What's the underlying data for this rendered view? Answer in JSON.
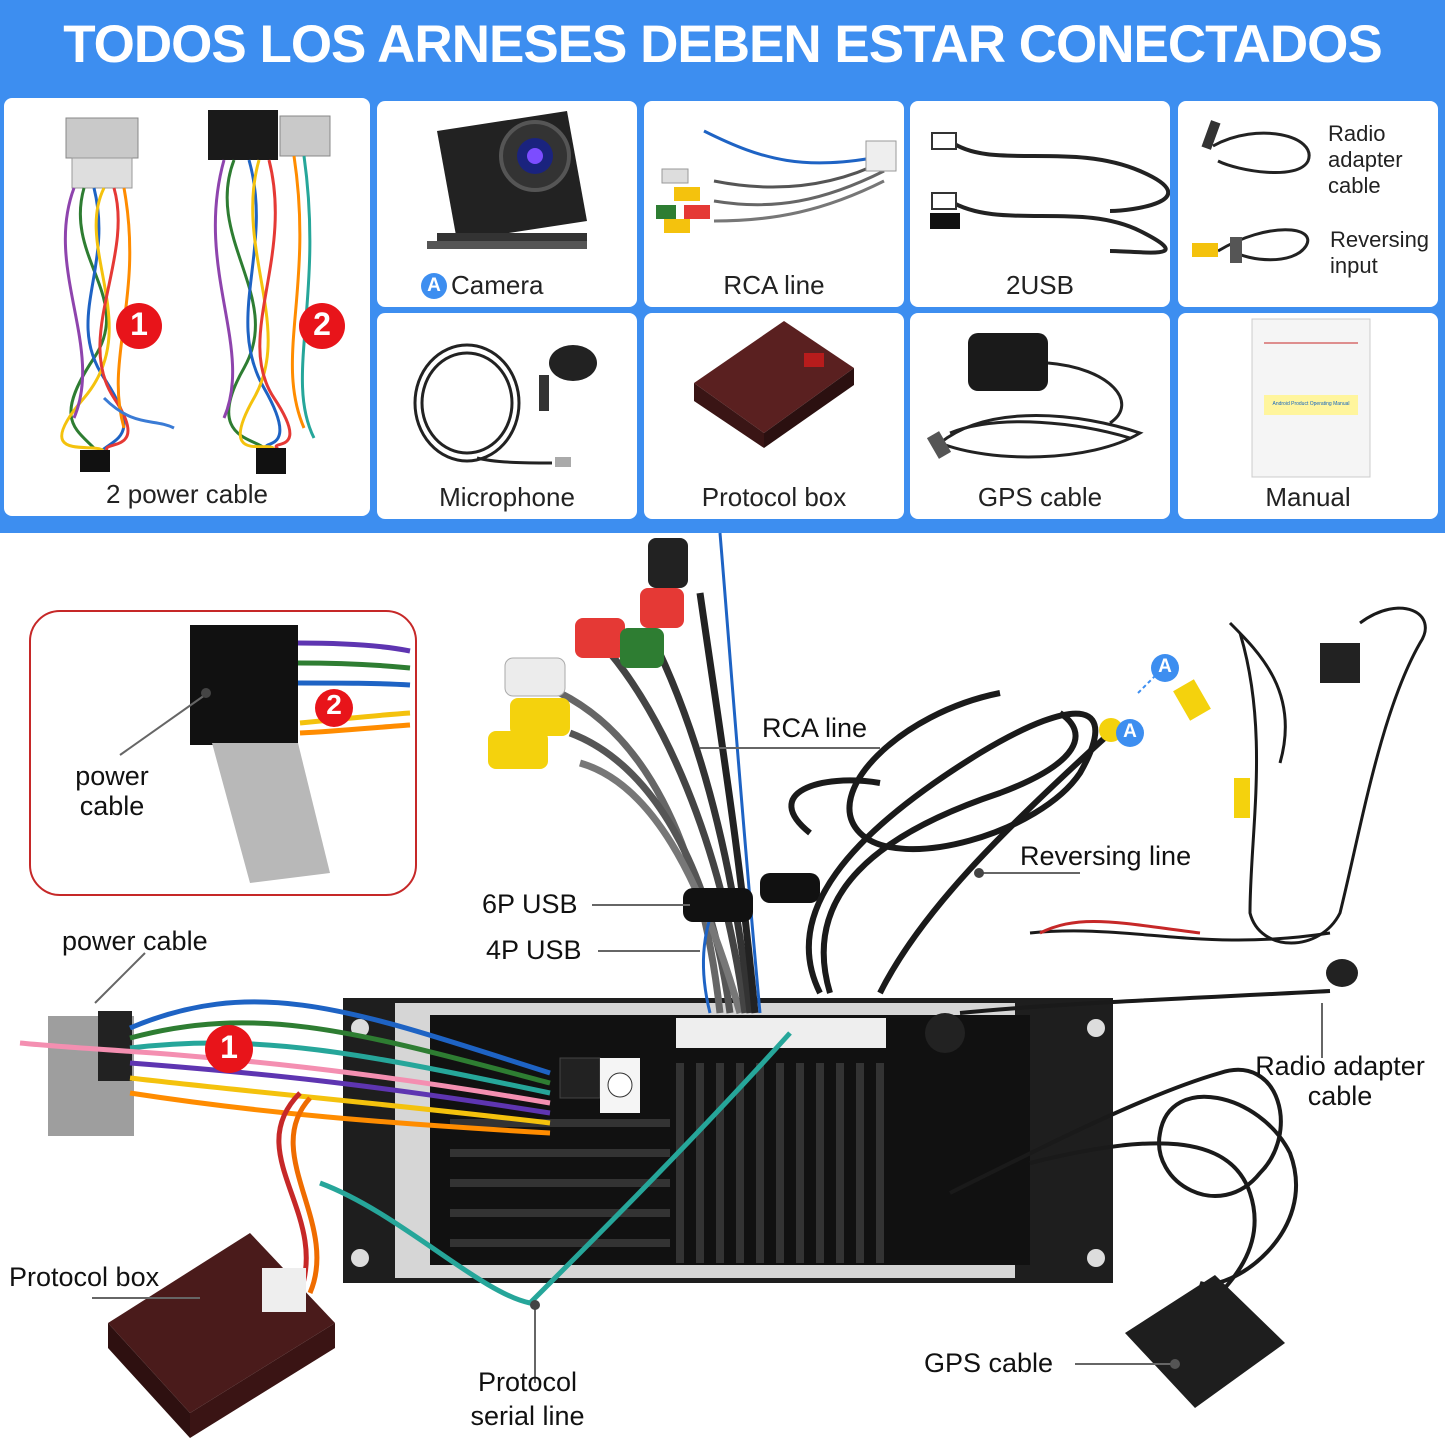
{
  "banner": {
    "title": "TODOS LOS ARNESES DEBEN ESTAR CONECTADOS"
  },
  "colors": {
    "banner_blue": "#3d8ef0",
    "badge_red": "#e8141a",
    "badge_blue": "#3d8ef0"
  },
  "kit": {
    "power": {
      "caption": "2 power cable",
      "badge1": "1",
      "badge2": "2"
    },
    "camera": {
      "badge": "A",
      "caption": "Camera"
    },
    "rca": {
      "caption": "RCA line"
    },
    "usb": {
      "caption": "2USB"
    },
    "adapter": {
      "line1": "Radio",
      "line2": "adapter",
      "line3": "cable",
      "rev1": "Reversing",
      "rev2": "input"
    },
    "microphone": {
      "caption": "Microphone"
    },
    "protocol": {
      "caption": "Protocol box"
    },
    "gps": {
      "caption": "GPS cable"
    },
    "manual": {
      "caption": "Manual",
      "cover_text": "Android Product Operating Manual"
    }
  },
  "diagram": {
    "inset": {
      "line1": "power",
      "line2": "cable",
      "badge": "2"
    },
    "power_cable": "power cable",
    "badge1": "1",
    "rca_line": "RCA line",
    "usb6p": "6P USB",
    "usb4p": "4P USB",
    "reversing_line": "Reversing line",
    "badge_a": "A",
    "radio_adapter_1": "Radio adapter",
    "radio_adapter_2": "cable",
    "protocol_box": "Protocol box",
    "protocol_serial_1": "Protocol",
    "protocol_serial_2": "serial line",
    "gps_cable": "GPS cable"
  }
}
